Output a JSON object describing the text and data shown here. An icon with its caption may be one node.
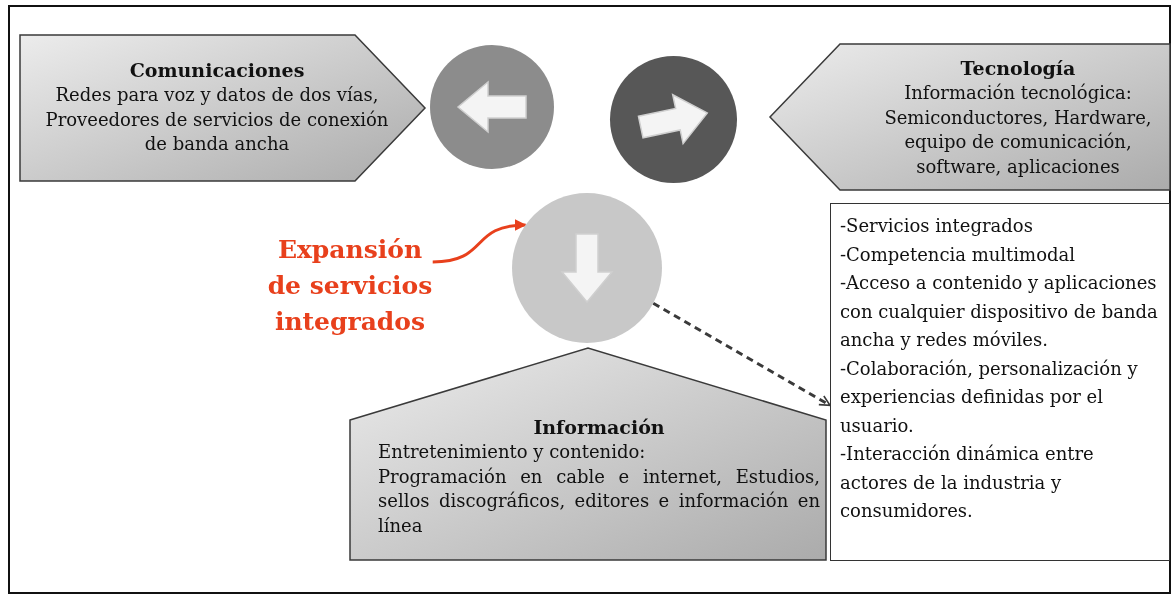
{
  "diagram": {
    "nodes": [
      {
        "text": [
          "Comunicaciones",
          "Redes para voz y datos de dos vías, Proveedores de servicios de conexión de banda ancha"
        ]
      },
      {
        "text": [],
        "shape": "circle"
      },
      {
        "text": [],
        "shape": "circle"
      },
      {
        "text": [
          "Tecnología",
          "Información tecnológica:",
          "Semiconductores, Hardware, equipo de comunicación, software, aplicaciones"
        ]
      },
      {
        "text": [],
        "shape": "circle"
      },
      {
        "text": [
          "Expansión de servicios integrados"
        ]
      },
      {
        "text": [
          "Información",
          "Entretenimiento y contenido:",
          "Programación en cable e internet, Estudios, sellos discográficos, editores e información en línea"
        ]
      },
      {
        "text": [
          "-Servicios integrados",
          "-Competencia multimodal",
          "-Acceso a contenido y aplicaciones con cualquier dispositivo de banda ancha y redes móviles.",
          "-Colaboración, personalización y experiencias definidas por el usuario.",
          "-Interacción dinámica entre actores de la industria y consumidores."
        ]
      }
    ],
    "edges": [
      {
        "from": 5,
        "to": 4,
        "arrow": "to",
        "color": "#e8401c"
      },
      {
        "from": 4,
        "to": 7,
        "arrow": "to",
        "style": "dashed",
        "color": "#3a3a3a"
      }
    ]
  }
}
